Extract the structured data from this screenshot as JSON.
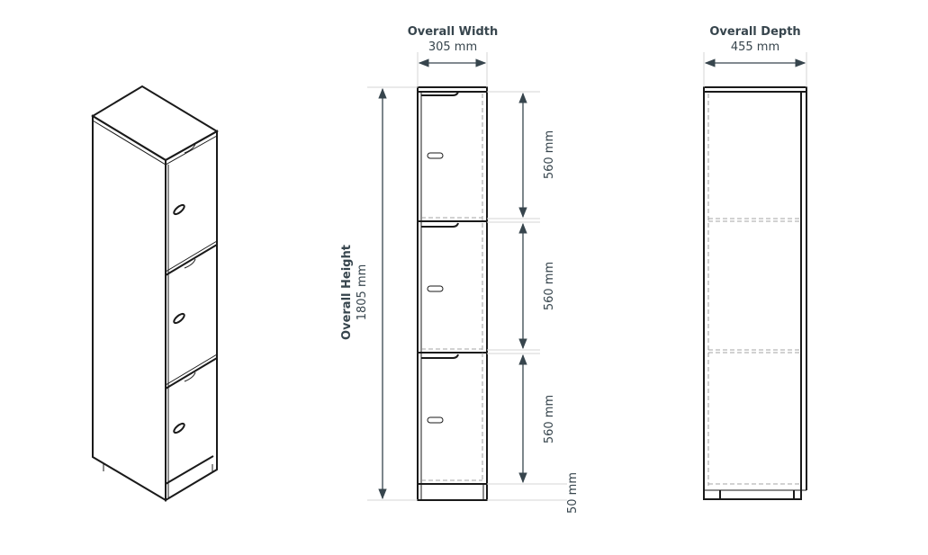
{
  "width": {
    "title": "Overall Width",
    "value": "305 mm"
  },
  "depth": {
    "title": "Overall Depth",
    "value": "455 mm"
  },
  "height": {
    "title": "Overall Height",
    "value": "1805 mm"
  },
  "doors": [
    {
      "label": "560 mm"
    },
    {
      "label": "560 mm"
    },
    {
      "label": "560 mm"
    }
  ],
  "plinth": {
    "label": "50 mm"
  },
  "colors": {
    "line": "#1a1a1a",
    "dimension": "#37454d"
  }
}
